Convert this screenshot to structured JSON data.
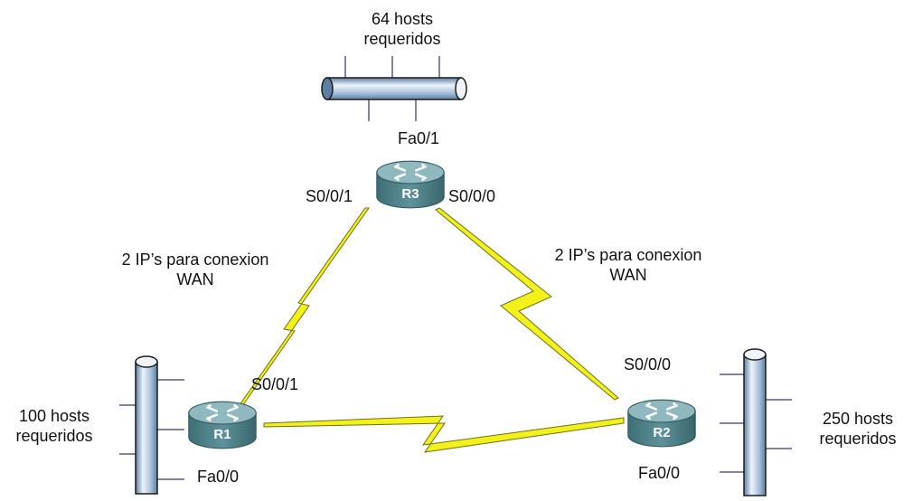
{
  "colors": {
    "serial_link_fill": "#f2f21a",
    "serial_link_stroke": "#6f6f1a",
    "router_body": "#4c7f86",
    "router_top": "#8fb9bf",
    "bus_light": "#eef4fa",
    "bus_mid": "#a7c1dc",
    "bus_dark": "#5c7fa3"
  },
  "routers": [
    {
      "id": "r1",
      "label": "R1",
      "icon": "router-icon"
    },
    {
      "id": "r2",
      "label": "R2",
      "icon": "router-icon"
    },
    {
      "id": "r3",
      "label": "R3",
      "icon": "router-icon"
    }
  ],
  "lans": {
    "top": {
      "line1": "64 hosts",
      "line2": "requeridos"
    },
    "left": {
      "line1": "100 hosts",
      "line2": "requeridos"
    },
    "right": {
      "line1": "250 hosts",
      "line2": "requeridos"
    }
  },
  "interfaces": {
    "r3_fa": "Fa0/1",
    "r3_s1": "S0/0/1",
    "r3_s0": "S0/0/0",
    "r1_s1": "S0/0/1",
    "r1_fa": "Fa0/0",
    "r2_s0": "S0/0/0",
    "r2_fa": "Fa0/0"
  },
  "wan": {
    "left": {
      "line1": "2 IP’s para conexion",
      "line2": "WAN"
    },
    "right": {
      "line1": "2 IP’s para conexion",
      "line2": "WAN"
    }
  }
}
